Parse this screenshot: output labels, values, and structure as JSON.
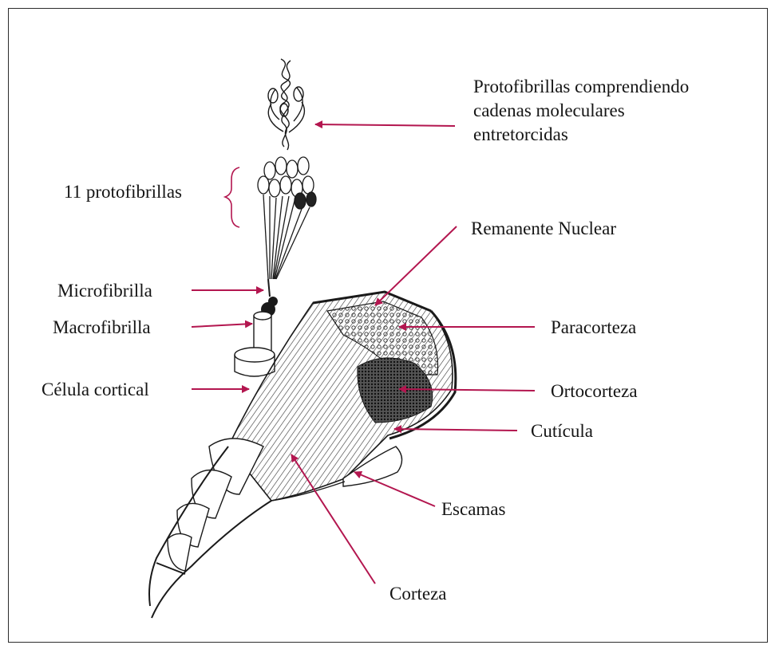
{
  "colors": {
    "arrow": "#b3164f",
    "line": "#1a1a1a",
    "border": "#2c2c2c"
  },
  "labels": {
    "protofibrillas_1": "Protofibrillas comprendiendo",
    "protofibrillas_2": "cadenas moleculares",
    "protofibrillas_3": "entretorcidas",
    "once_protofibrillas": "11 protofibrillas",
    "remanente_nuclear": "Remanente Nuclear",
    "microfibrilla": "Microfibrilla",
    "macrofibrilla": "Macrofibrilla",
    "paracorteza": "Paracorteza",
    "ortocorteza": "Ortocorteza",
    "celula_cortical": "Célula cortical",
    "cuticula": "Cutícula",
    "escamas": "Escamas",
    "corteza": "Corteza"
  }
}
